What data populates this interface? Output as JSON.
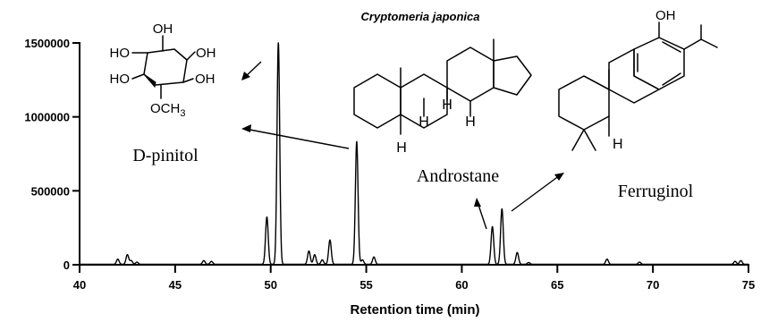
{
  "chart_data": {
    "type": "line",
    "title": "Cryptomeria japonica",
    "xlabel": "Retention time (min)",
    "ylabel": "",
    "xlim": [
      40,
      75
    ],
    "ylim": [
      0,
      1500000
    ],
    "x_ticks": [
      40,
      45,
      50,
      55,
      60,
      65,
      70,
      75
    ],
    "x_tick_labels": [
      "40",
      "45",
      "50",
      "55",
      "60",
      "65",
      "70",
      "75"
    ],
    "y_ticks": [
      0,
      500000,
      1000000,
      1500000
    ],
    "y_tick_labels": [
      "0",
      "500000",
      "1000000",
      "1500000"
    ],
    "grid": false,
    "legend": "none",
    "baseline": 3000,
    "peaks": [
      {
        "x": 42.0,
        "y": 35000
      },
      {
        "x": 42.5,
        "y": 65000
      },
      {
        "x": 42.7,
        "y": 25000
      },
      {
        "x": 43.0,
        "y": 15000
      },
      {
        "x": 46.5,
        "y": 25000
      },
      {
        "x": 46.9,
        "y": 20000
      },
      {
        "x": 49.8,
        "y": 320000
      },
      {
        "x": 50.4,
        "y": 1500000
      },
      {
        "x": 52.0,
        "y": 90000
      },
      {
        "x": 52.3,
        "y": 65000
      },
      {
        "x": 52.7,
        "y": 30000
      },
      {
        "x": 53.1,
        "y": 165000
      },
      {
        "x": 54.5,
        "y": 830000
      },
      {
        "x": 54.8,
        "y": 30000
      },
      {
        "x": 55.4,
        "y": 50000
      },
      {
        "x": 61.6,
        "y": 255000
      },
      {
        "x": 62.1,
        "y": 375000
      },
      {
        "x": 62.9,
        "y": 80000
      },
      {
        "x": 63.5,
        "y": 12000
      },
      {
        "x": 67.6,
        "y": 35000
      },
      {
        "x": 69.3,
        "y": 15000
      },
      {
        "x": 74.3,
        "y": 20000
      },
      {
        "x": 74.6,
        "y": 25000
      }
    ],
    "annotations": [
      {
        "label": "D-pinitol"
      },
      {
        "label": "Androstane"
      },
      {
        "label": "Ferruginol"
      }
    ],
    "structure_atoms": {
      "pinitol": {
        "oh": "OH",
        "ho": "HO",
        "methoxy": "OCH3"
      },
      "hydrogen": "H"
    }
  }
}
